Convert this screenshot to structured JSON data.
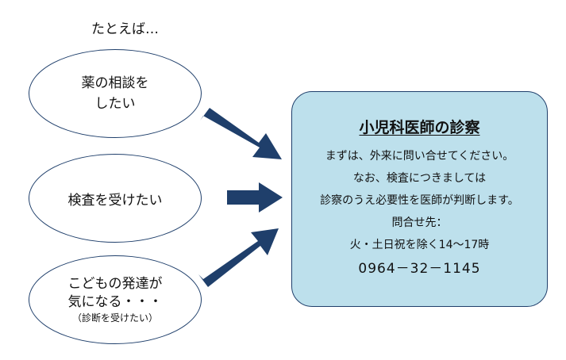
{
  "intro": "たとえば…",
  "options": {
    "medicine": {
      "line1": "薬の相談を",
      "line2": "したい"
    },
    "test": {
      "label": "検査を受けたい"
    },
    "development": {
      "line1": "こどもの発達が",
      "line2": "気になる・・・",
      "sub": "（診断を受けたい）"
    }
  },
  "info_box": {
    "title": "小児科医師の診察",
    "lines": [
      "まずは、外来に問い合せてください。",
      "なお、検査につきましては",
      "診察のうえ必要性を医師が判断します。",
      "問合せ先：",
      "火・土日祝を除く14～17時"
    ],
    "phone": "0964－32－1145"
  },
  "colors": {
    "arrow": "#1f3f6b",
    "box_fill": "#bde0ec",
    "outline": "#1f3f6b"
  }
}
